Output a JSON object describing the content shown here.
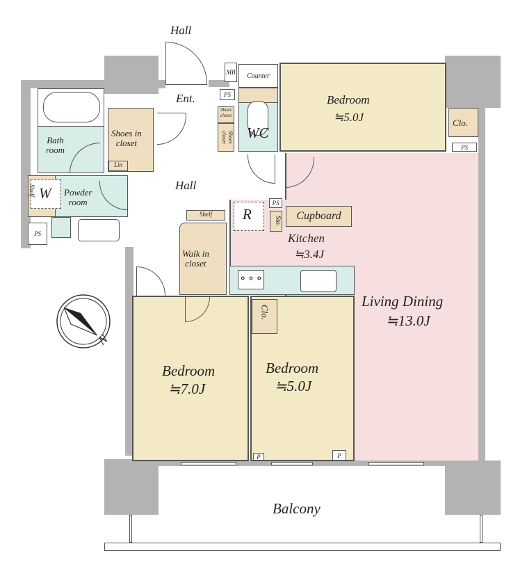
{
  "rooms": {
    "hall_top": "Hall",
    "hall": "Hall",
    "entrance": "Ent.",
    "mb": "MB",
    "counter": "Counter",
    "ps": "PS",
    "wc": "WC",
    "bedroom_top": {
      "name": "Bedroom",
      "size": "≒5.0J"
    },
    "closet": "Clo.",
    "bath_room": "Bath\nroom",
    "shoes_in_closet": "Shoes in\ncloset",
    "shoes_closet": "Shoes\ncloset",
    "lin": "Lin",
    "w": "W",
    "shelf": "Shelf",
    "powder_room": "Powder\nroom",
    "refrigerator": "R",
    "storage": "Sto.",
    "cupboard": "Cupboard",
    "kitchen": {
      "name": "Kitchen",
      "size": "≒3.4J"
    },
    "walk_in_closet": "Walk in\ncloset",
    "living_dining": {
      "name": "Living Dining",
      "size": "≒13.0J"
    },
    "bedroom_left": {
      "name": "Bedroom",
      "size": "≒7.0J"
    },
    "bedroom_mid": {
      "name": "Bedroom",
      "size": "≒5.0J"
    },
    "pipe": "P",
    "balcony": "Balcony"
  },
  "compass": {
    "label": "N"
  },
  "colors": {
    "bedroom": "#f3e9c4",
    "closet": "#efdec0",
    "living": "#f8dfdf",
    "wet": "#d8ece8",
    "wall": "#b3b3b3"
  }
}
